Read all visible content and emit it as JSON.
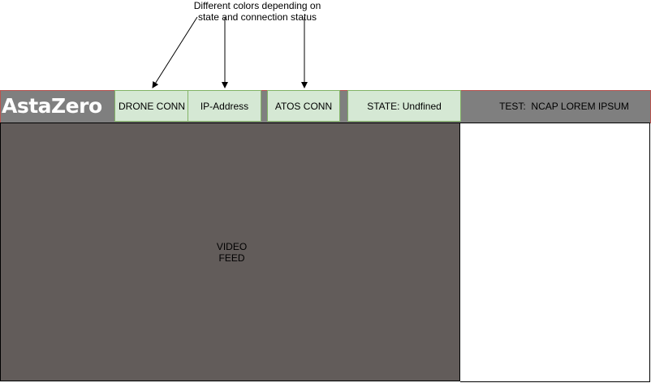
{
  "annotation": {
    "text": "Different colors depending on state and connection status"
  },
  "header": {
    "logo": "AstaZero",
    "drone_conn": "DRONE CONN",
    "ip_address": "IP-Address",
    "atos_conn": "ATOS CONN",
    "state": "STATE: Undfined",
    "test": "TEST:  NCAP LOREM IPSUM"
  },
  "main": {
    "video_label": "VIDEO FEED"
  },
  "colors": {
    "header_bg": "#7f7f7f",
    "status_box_fill": "#d5e8d4",
    "status_box_border": "#82b366",
    "video_bg": "#625c5a"
  }
}
